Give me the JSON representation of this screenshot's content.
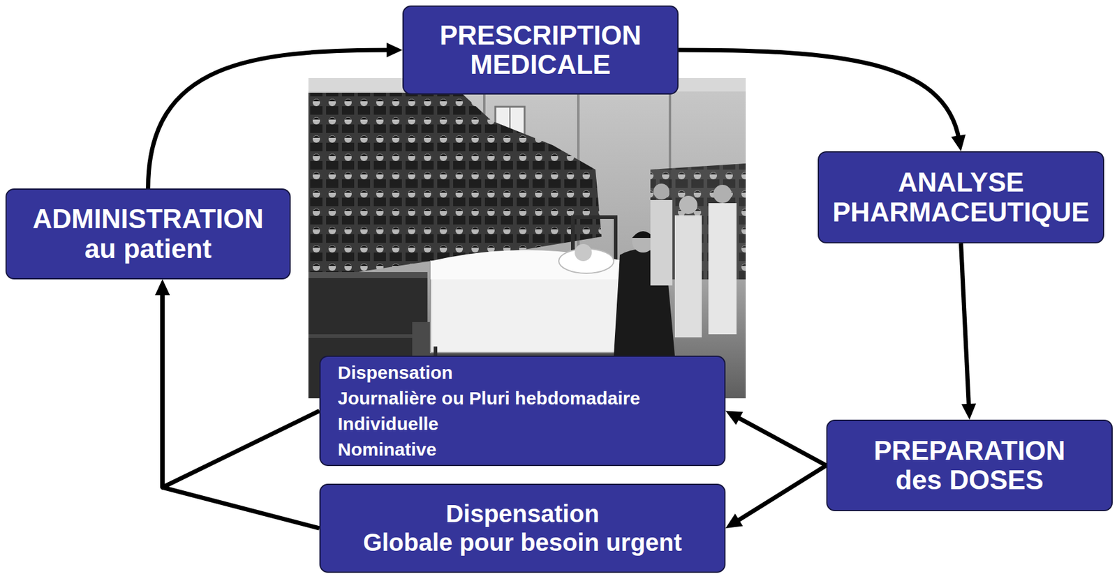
{
  "diagram": {
    "nodes": [
      {
        "text": [
          "PRESCRIPTION MEDICALE"
        ]
      },
      {
        "text": [
          "ANALYSE PHARMACEUTIQUE"
        ]
      },
      {
        "text": [
          "PREPARATION",
          "des DOSES"
        ]
      },
      {
        "text": [
          "Dispensation",
          "Journalière ou Pluri hebdomadaire",
          "Individuelle",
          "Nominative"
        ]
      },
      {
        "text": [
          "Dispensation",
          "Globale pour besoin urgent"
        ]
      },
      {
        "text": [
          "ADMINISTRATION",
          "au patient"
        ]
      }
    ],
    "edges": [
      {
        "from": 0,
        "to": 1,
        "arrow": "to"
      },
      {
        "from": 1,
        "to": 2,
        "arrow": "to"
      },
      {
        "from": 2,
        "to": 3,
        "arrow": "to"
      },
      {
        "from": 2,
        "to": 4,
        "arrow": "to"
      },
      {
        "from": 3,
        "to": 5,
        "arrow": "to"
      },
      {
        "from": 4,
        "to": 5,
        "arrow": "to"
      },
      {
        "from": 5,
        "to": 0,
        "arrow": "to"
      }
    ]
  }
}
